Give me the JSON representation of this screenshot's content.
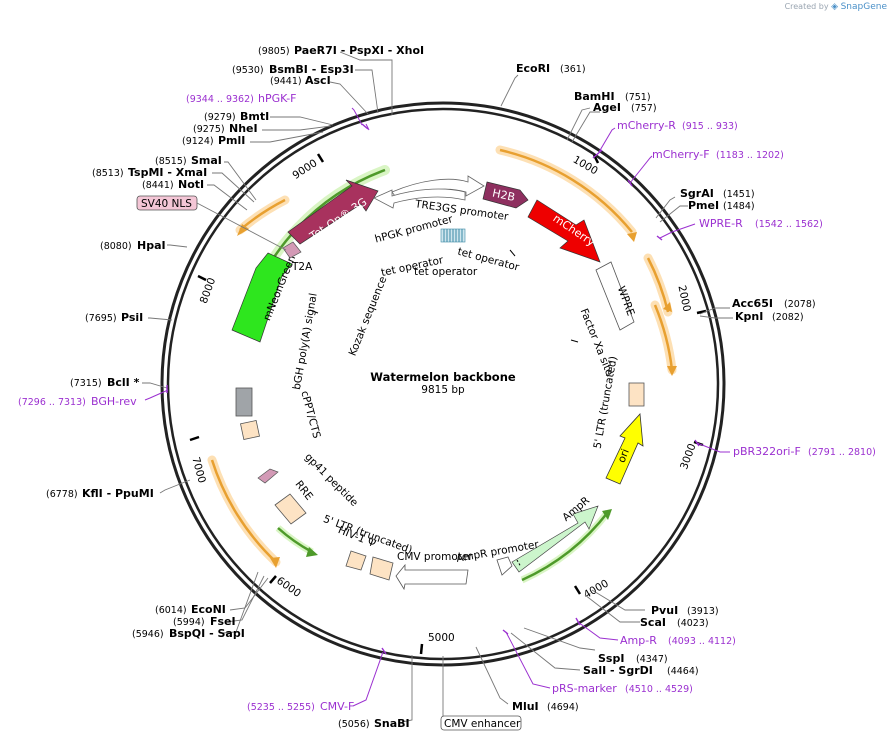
{
  "credit": {
    "prefix": "Created by",
    "brand": "SnapGene"
  },
  "plasmid": {
    "name": "Watermelon backbone",
    "size": "9815 bp"
  },
  "ticks": [
    "1000",
    "2000",
    "3000",
    "4000",
    "5000",
    "6000",
    "7000",
    "8000",
    "9000"
  ],
  "sites": {
    "paer7i": {
      "pos": "(9805)",
      "names": "PaeR7I   - PspXI   - XhoI"
    },
    "ecori": {
      "pos": "(361)",
      "names": "EcoRI"
    },
    "bsmbi": {
      "pos": "(9530)",
      "names": "BsmBI   - Esp3I"
    },
    "asci": {
      "pos": "(9441)",
      "names": "AscI"
    },
    "bamhi": {
      "pos": "(751)",
      "names": "BamHI"
    },
    "agei": {
      "pos": "(757)",
      "names": "AgeI"
    },
    "bmti": {
      "pos": "(9279)",
      "names": "BmtI"
    },
    "nhei": {
      "pos": "(9275)",
      "names": "NheI"
    },
    "pmli": {
      "pos": "(9124)",
      "names": "PmlI"
    },
    "smai": {
      "pos": "(8515)",
      "names": "SmaI"
    },
    "tspmi": {
      "pos": "(8513)",
      "names": "TspMI   - XmaI"
    },
    "noti": {
      "pos": "(8441)",
      "names": "NotI"
    },
    "sgrai": {
      "pos": "(1451)",
      "names": "SgrAI"
    },
    "pmei": {
      "pos": "(1484)",
      "names": "PmeI"
    },
    "hpai": {
      "pos": "(8080)",
      "names": "HpaI"
    },
    "acc65i": {
      "pos": "(2078)",
      "names": "Acc65I"
    },
    "kpni": {
      "pos": "(2082)",
      "names": "KpnI"
    },
    "psii": {
      "pos": "(7695)",
      "names": "PsiI"
    },
    "bcli": {
      "pos": "(7315)",
      "names": "BclI *"
    },
    "kfli": {
      "pos": "(6778)",
      "names": "KflI   - PpuMI"
    },
    "pvui": {
      "pos": "(3913)",
      "names": "PvuI"
    },
    "scai": {
      "pos": "(4023)",
      "names": "ScaI"
    },
    "econi": {
      "pos": "(6014)",
      "names": "EcoNI"
    },
    "fsei": {
      "pos": "(5994)",
      "names": "FseI"
    },
    "bspqi": {
      "pos": "(5946)",
      "names": "BspQI   - SapI"
    },
    "sspi": {
      "pos": "(4347)",
      "names": "SspI"
    },
    "sali": {
      "pos": "(4464)",
      "names": "SalI   - SgrDI"
    },
    "mlui": {
      "pos": "(4694)",
      "names": "MluI"
    },
    "snabi": {
      "pos": "(5056)",
      "names": "SnaBI"
    }
  },
  "primers": {
    "hpgk_f": {
      "pos": "(9344 .. 9362)",
      "name": "hPGK-F"
    },
    "mcherry_r": {
      "pos": "(915 .. 933)",
      "name": "mCherry-R"
    },
    "mcherry_f": {
      "pos": "(1183 .. 1202)",
      "name": "mCherry-F"
    },
    "wpre_r": {
      "pos": "(1542 .. 1562)",
      "name": "WPRE-R"
    },
    "bgh_rev": {
      "pos": "(7296 .. 7313)",
      "name": "BGH-rev"
    },
    "pbr322ori_f": {
      "pos": "(2791 .. 2810)",
      "name": "pBR322ori-F"
    },
    "amp_r": {
      "pos": "(4093 .. 4112)",
      "name": "Amp-R"
    },
    "prs_marker": {
      "pos": "(4510 .. 4529)",
      "name": "pRS-marker"
    },
    "cmv_f": {
      "pos": "(5235 .. 5255)",
      "name": "CMV-F"
    }
  },
  "boxed_labels": {
    "sv40_nls": "SV40 NLS",
    "cmv_enhancer": "CMV enhancer"
  },
  "features": {
    "h2b": "H2B",
    "mcherry": "mCherry",
    "wpre": "WPRE",
    "tet_on": "Tet-On® 3G",
    "t2a": "T2A",
    "mneongreen": "mNeonGreen",
    "tre3gs": "TRE3GS promoter",
    "hpgk": "hPGK promoter",
    "tet_op1": "tet operator",
    "tet_op2": "tet operator",
    "tet_op3": "tet operator",
    "kozak": "Kozak sequence",
    "factor_xa": "Factor Xa site",
    "ltr_trunc_right": "5' LTR (truncated)",
    "ori": "ori",
    "ampr": "AmpR",
    "ampr_promoter": "AmpR promoter",
    "cmv_promoter": "CMV promoter",
    "ltr_trunc_bottom": "5' LTR (truncated)",
    "hiv_psi": "HIV-1 Ψ",
    "rre": "RRE",
    "gp41": "gp41 peptide",
    "cppt": "cPPT/CTS",
    "bgh_polya": "bGH poly(A) signal"
  },
  "colors": {
    "backbone": "#222222",
    "h2b": "#8e2f5f",
    "mcherry": "#ee0000",
    "tet_on": "#a8325e",
    "mneongreen": "#2ee61e",
    "ori": "#ffff00",
    "ampr": "#ccf5cc",
    "primer": "#9b30d0",
    "orf_orange": "#e8a030",
    "orf_green": "#66bb44",
    "misc_box": "#fde3c4",
    "polya": "#a0a4a8",
    "sv40": "#f4c6d6"
  }
}
